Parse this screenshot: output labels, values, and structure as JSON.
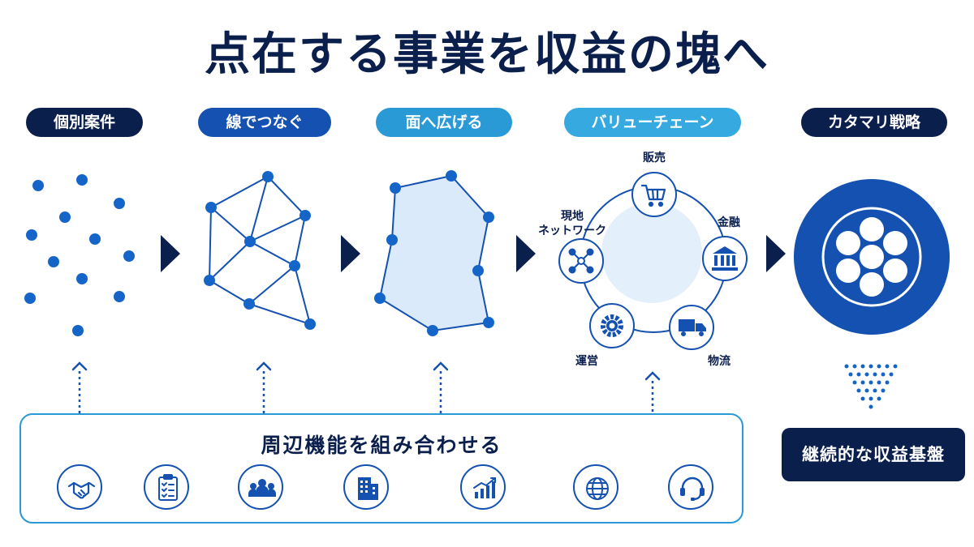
{
  "title": "点在する事業を収益の塊へ",
  "stages": [
    {
      "label": "個別案件",
      "color": "#0b1f4d"
    },
    {
      "label": "線でつなぐ",
      "color": "#1451b0"
    },
    {
      "label": "面へ広げる",
      "color": "#2a9ad6"
    },
    {
      "label": "バリューチェーン",
      "color": "#36a9e1"
    },
    {
      "label": "カタマリ戦略",
      "color": "#0b1f4d"
    }
  ],
  "value_chain": {
    "sales": "販売",
    "finance": "金融",
    "logistics": "物流",
    "operations": "運営",
    "network_line1": "現地",
    "network_line2": "ネットワーク"
  },
  "support_box": {
    "title": "周辺機能を組み合わせる",
    "icons": [
      "handshake-icon",
      "checklist-icon",
      "team-icon",
      "building-icon",
      "growth-chart-icon",
      "globe-icon",
      "headset-icon"
    ]
  },
  "result_label": "継続的な収益基盤",
  "colors": {
    "navy": "#0b1f4d",
    "blue": "#1451b0",
    "dot": "#1565c8",
    "light": "#dbeafb",
    "sky": "#2a9ad6"
  }
}
